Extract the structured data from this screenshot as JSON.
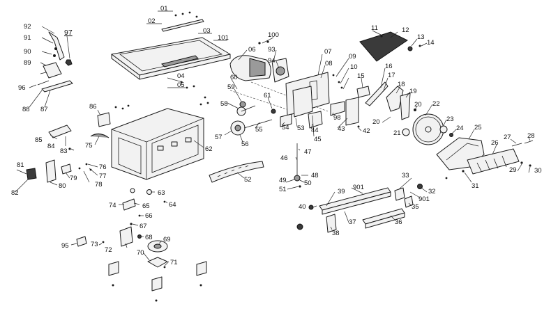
{
  "diagram": {
    "labels": {
      "p01": "01",
      "p02": "02",
      "p03": "03",
      "p101": "101",
      "p04": "04",
      "p05": "05",
      "p06": "06",
      "p07": "07",
      "p08": "08",
      "p09": "09",
      "p10": "10",
      "p11": "11",
      "p12": "12",
      "p13": "13",
      "p14": "14",
      "p15": "15",
      "p16": "16",
      "p17": "17",
      "p18": "18",
      "p19": "19",
      "p20a": "20",
      "p20b": "20",
      "p21": "21",
      "p22": "22",
      "p23": "23",
      "p24": "24",
      "p25": "25",
      "p26": "26",
      "p27": "27",
      "p28": "28",
      "p29": "29",
      "p30": "30",
      "p31": "31",
      "p32": "32",
      "p33": "33",
      "p35": "35",
      "p36": "36",
      "p37": "37",
      "p38": "38",
      "p39": "39",
      "p40": "40",
      "p42": "42",
      "p43": "43",
      "p44": "44",
      "p45": "45",
      "p46": "46",
      "p47": "47",
      "p48": "48",
      "p49": "49",
      "p50": "50",
      "p51": "51",
      "p52": "52",
      "p53": "53",
      "p54": "54",
      "p55": "55",
      "p56": "56",
      "p57": "57",
      "p58": "58",
      "p59": "59",
      "p60": "60",
      "p61": "61",
      "p62": "62",
      "p63": "63",
      "p64": "64",
      "p65": "65",
      "p66": "66",
      "p67": "67",
      "p68": "68",
      "p69": "69",
      "p70": "70",
      "p71": "71",
      "p72": "72",
      "p73": "73",
      "p74": "74",
      "p75": "75",
      "p76": "76",
      "p77": "77",
      "p78": "78",
      "p79": "79",
      "p80": "80",
      "p81": "81",
      "p82": "82",
      "p83": "83",
      "p84": "84",
      "p85": "85",
      "p86": "86",
      "p87": "87",
      "p88": "88",
      "p89": "89",
      "p90": "90",
      "p91": "91",
      "p92": "92",
      "p93": "93",
      "p94": "94",
      "p95": "95",
      "p96": "96",
      "p97": "97",
      "p98": "98",
      "p100": "100",
      "p901a": "901",
      "p901b": "901"
    }
  }
}
